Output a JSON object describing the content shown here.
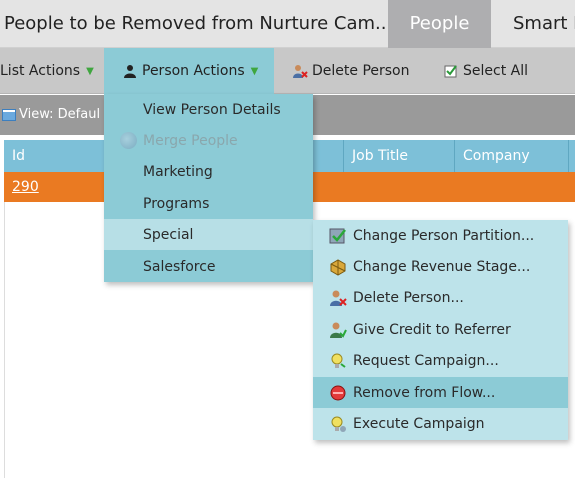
{
  "tabs": {
    "main": "People to be Removed from Nurture Cam...",
    "people": "People",
    "smart": "Smart L"
  },
  "toolbar": {
    "list_actions": "List Actions",
    "person_actions": "Person Actions",
    "delete_person": "Delete Person",
    "select_all": "Select All"
  },
  "view": {
    "label": "View: Defaul"
  },
  "grid": {
    "columns": {
      "id": "Id",
      "job_title": "Job Title",
      "company": "Company"
    },
    "selected_row": {
      "id": "290"
    }
  },
  "person_actions_menu": {
    "items": [
      {
        "label": "View Person Details",
        "state": "enabled"
      },
      {
        "label": "Merge People",
        "state": "disabled"
      },
      {
        "label": "Marketing",
        "state": "enabled"
      },
      {
        "label": "Programs",
        "state": "enabled"
      },
      {
        "label": "Special",
        "state": "highlighted"
      },
      {
        "label": "Salesforce",
        "state": "enabled"
      }
    ]
  },
  "special_submenu": {
    "items": [
      {
        "label": "Change Person Partition...",
        "icon": "partition-icon"
      },
      {
        "label": "Change Revenue Stage...",
        "icon": "revenue-stage-icon"
      },
      {
        "label": "Delete Person...",
        "icon": "delete-person-icon"
      },
      {
        "label": "Give Credit to Referrer",
        "icon": "referrer-icon"
      },
      {
        "label": "Request Campaign...",
        "icon": "request-campaign-icon"
      },
      {
        "label": "Remove from Flow...",
        "icon": "remove-flow-icon",
        "state": "highlighted"
      },
      {
        "label": "Execute Campaign",
        "icon": "execute-campaign-icon"
      }
    ]
  },
  "colors": {
    "accent_orange": "#ea7a22",
    "menu_teal": "#8ccbd6",
    "submenu_teal": "#bde3ea",
    "header_blue": "#7dc0d8"
  }
}
